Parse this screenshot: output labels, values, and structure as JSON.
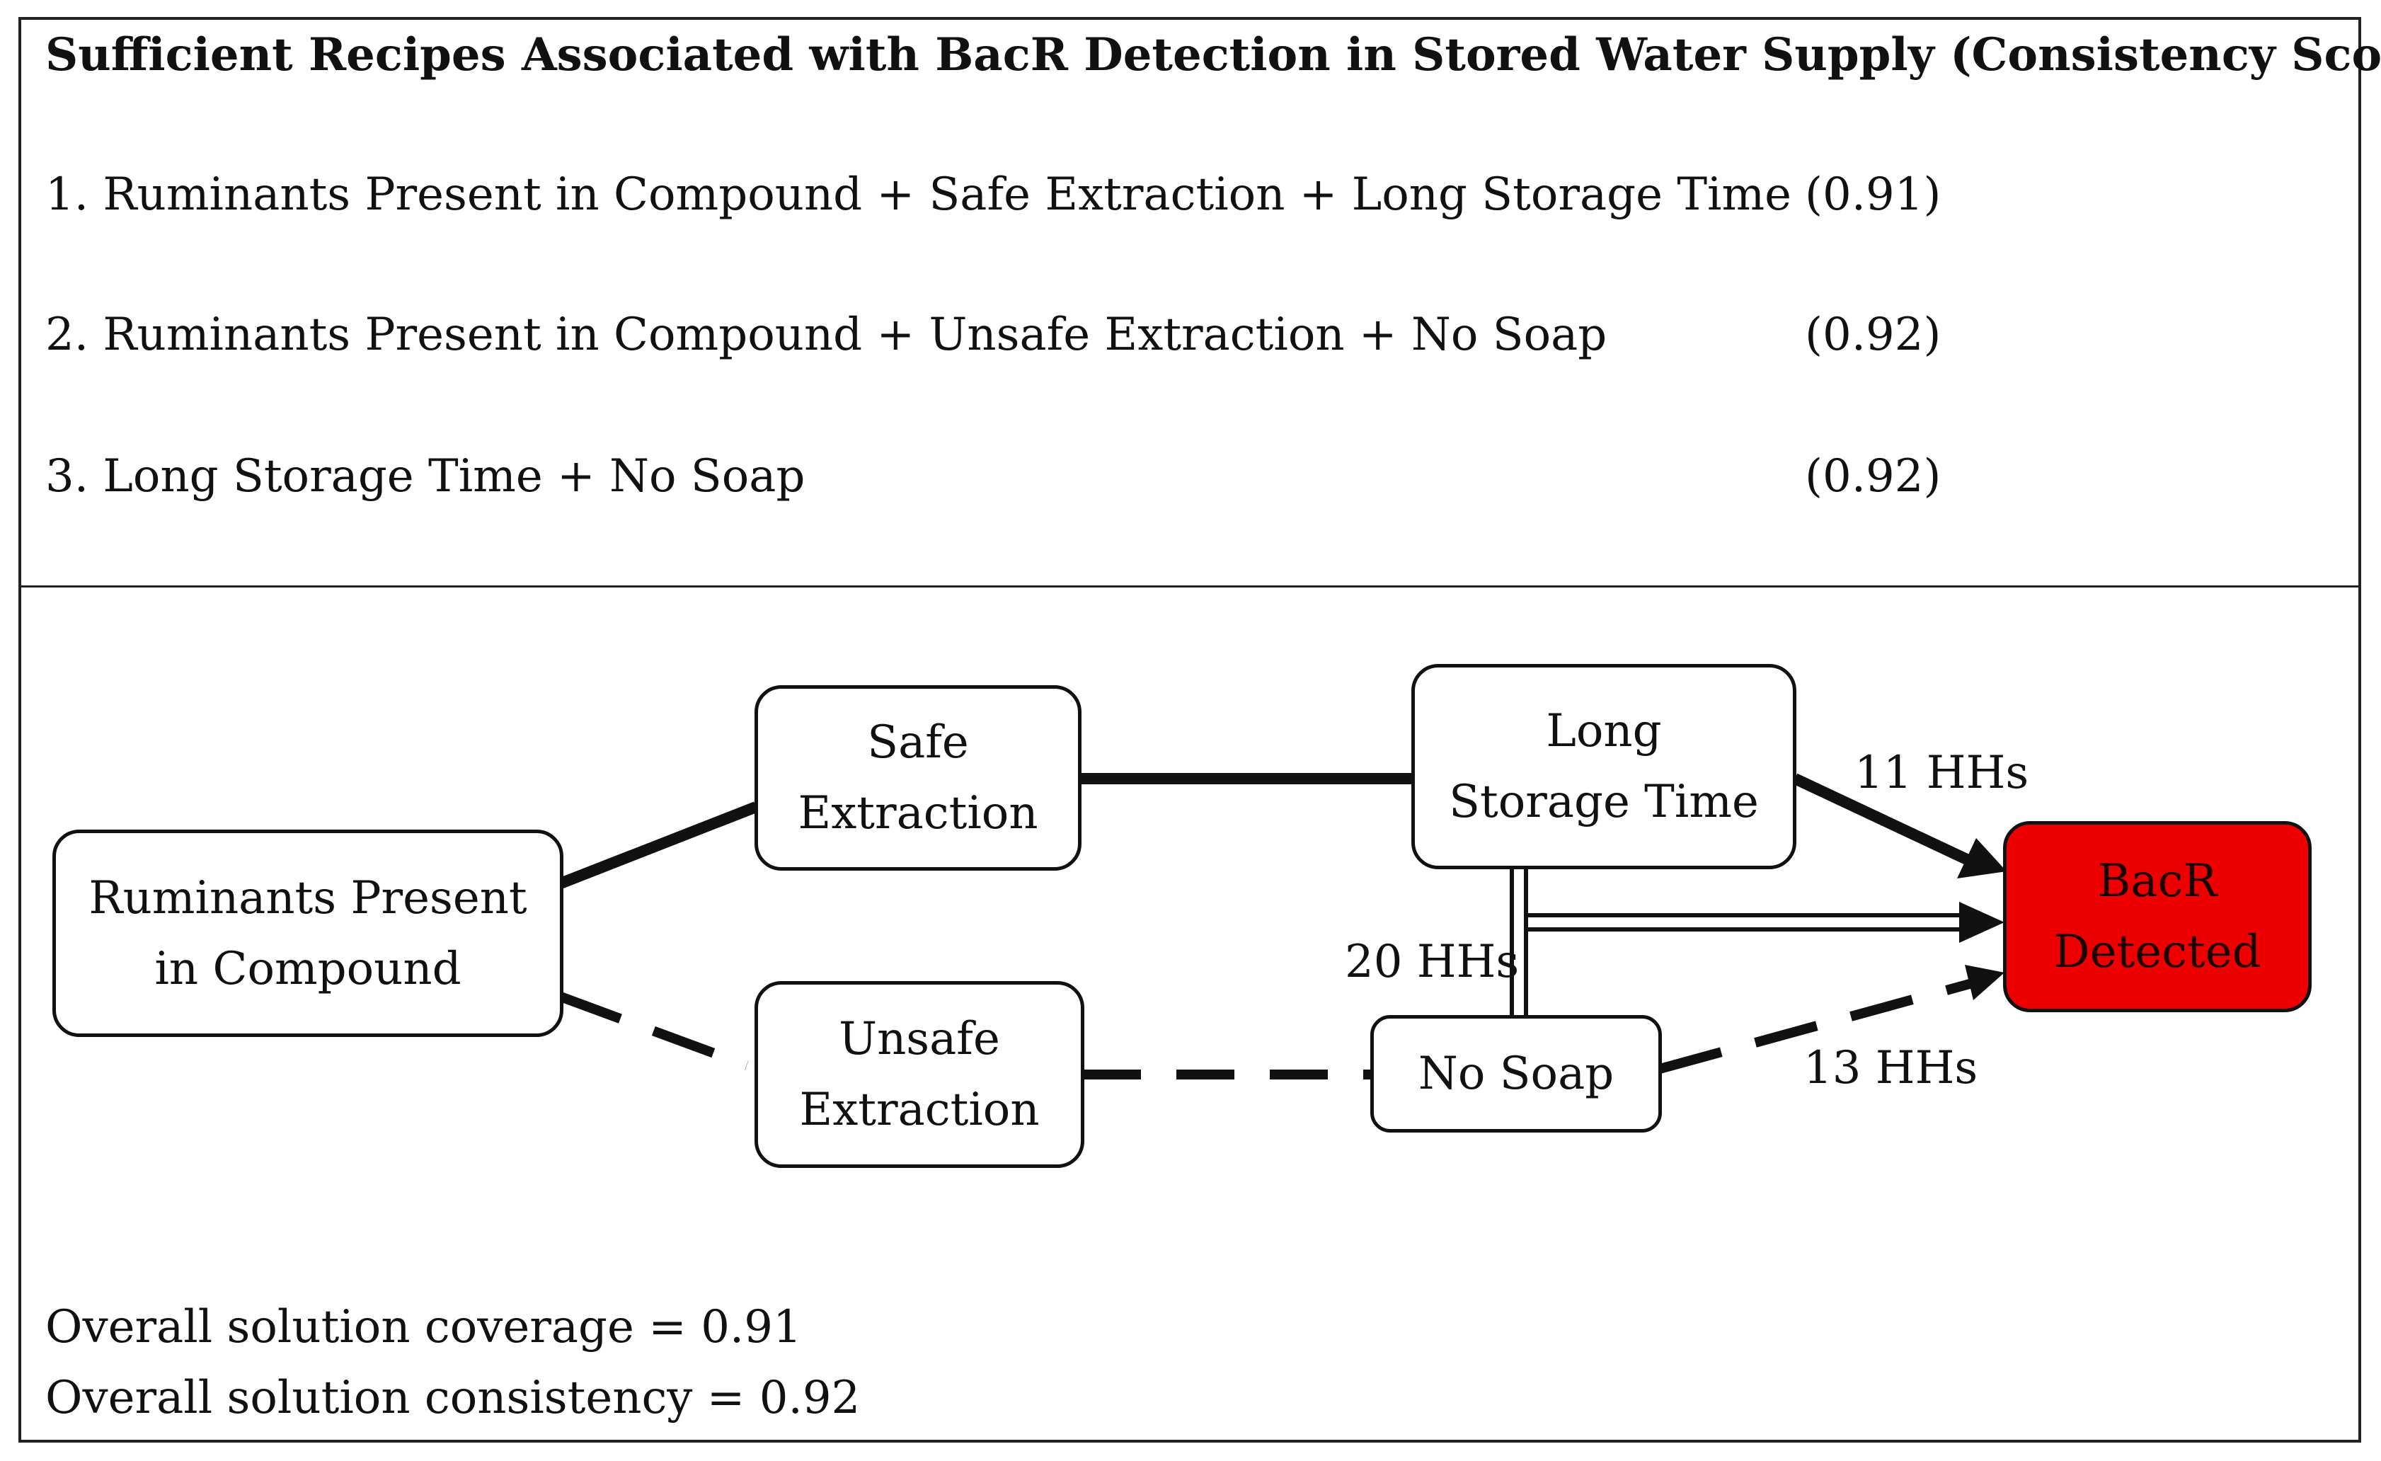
{
  "title": "Sufficient Recipes Associated with BacR Detection in Stored Water Supply (Consistency Score)",
  "recipes": [
    {
      "text": "1. Ruminants Present in Compound + Safe Extraction + Long Storage Time",
      "score": "(0.91)"
    },
    {
      "text": "2. Ruminants Present in Compound + Unsafe Extraction + No Soap",
      "score": "(0.92)"
    },
    {
      "text": "3. Long Storage Time + No Soap",
      "score": "(0.92)"
    }
  ],
  "diagram": {
    "nodes": {
      "ruminants": {
        "line1": "Ruminants Present",
        "line2": "in Compound"
      },
      "safe": {
        "line1": "Safe",
        "line2": "Extraction"
      },
      "unsafe": {
        "line1": "Unsafe",
        "line2": "Extraction"
      },
      "long_storage": {
        "line1": "Long",
        "line2": "Storage Time"
      },
      "no_soap": {
        "line1": "No Soap"
      },
      "bacr": {
        "line1": "BacR",
        "line2": "Detected"
      }
    },
    "paths": [
      {
        "route": [
          "ruminants",
          "safe",
          "long_storage",
          "bacr"
        ],
        "style": "solid-thick",
        "label": "11 HHs"
      },
      {
        "route": [
          "long_storage",
          "no_soap",
          "bacr"
        ],
        "style": "double",
        "label": "20 HHs"
      },
      {
        "route": [
          "ruminants",
          "unsafe",
          "no_soap",
          "bacr"
        ],
        "style": "dashed",
        "label": "13 HHs"
      }
    ],
    "colors": {
      "outcome_fill": "#ef0000",
      "stroke": "#111111"
    }
  },
  "footer": {
    "coverage": "Overall solution coverage = 0.91",
    "consistency": "Overall solution consistency = 0.92"
  }
}
